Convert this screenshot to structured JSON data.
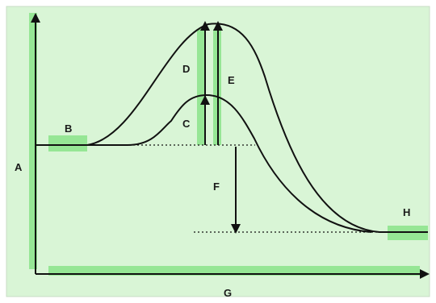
{
  "colors": {
    "panel": "#d9f5d6",
    "panel_border": "#c9dcc6",
    "highlight": "#7fe07f",
    "ink": "#111111"
  },
  "labels": {
    "A": "A",
    "B": "B",
    "C": "C",
    "D": "D",
    "E": "E",
    "F": "F",
    "G": "G",
    "H": "H"
  }
}
